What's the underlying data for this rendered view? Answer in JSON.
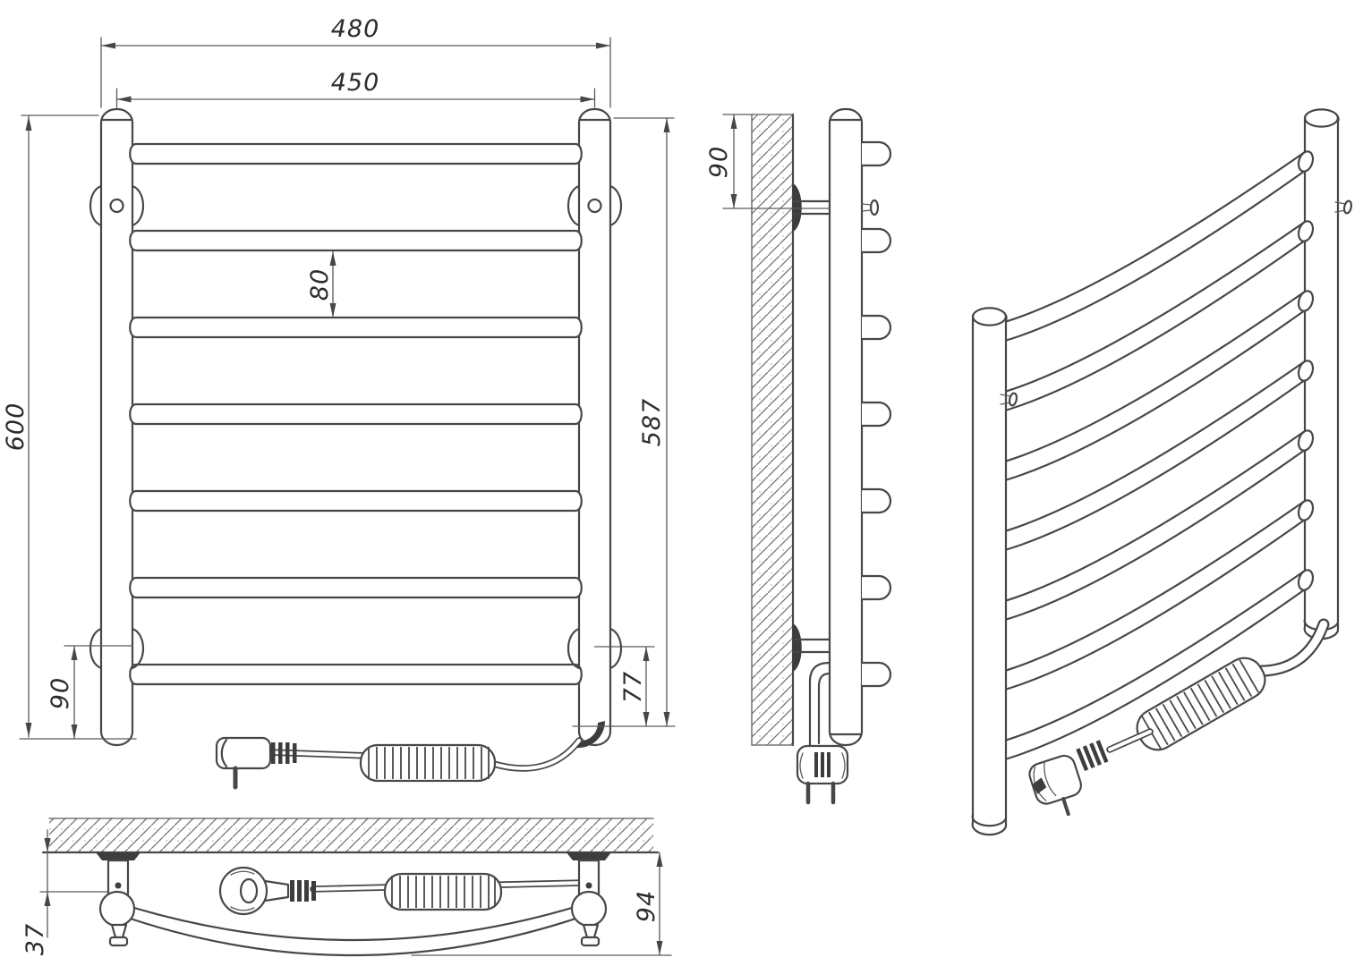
{
  "drawing": {
    "type": "technical-drawing",
    "colors": {
      "line": "#474747",
      "label": "#2c2c2c",
      "background": "#ffffff"
    },
    "views": {
      "front": {
        "rung_count": 7,
        "dims": {
          "overall_width": "480",
          "mount_width": "450",
          "rung_spacing": "80",
          "overall_height": "600",
          "rail_height": "587",
          "bracket_to_bottom_left": "90",
          "bracket_to_bottom_right": "77"
        }
      },
      "side": {
        "rung_count": 7,
        "dims": {
          "wall_to_bracket": "90"
        }
      },
      "perspective": {
        "rung_count": 7
      },
      "bottom": {
        "dims": {
          "wall_to_rail": "37",
          "overall_depth": "94"
        }
      }
    }
  }
}
